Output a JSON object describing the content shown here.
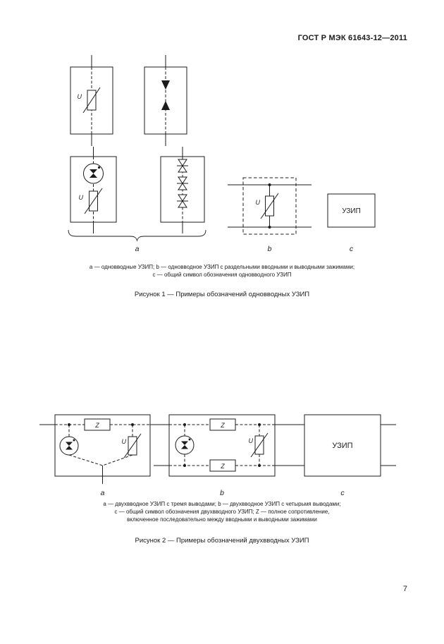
{
  "header": {
    "title": "ГОСТ Р МЭК 61643-12—2011"
  },
  "figure1": {
    "label_a": "a",
    "label_b": "b",
    "label_c": "c",
    "varistor_u": "U",
    "uzip": "УЗИП",
    "caption_lines": [
      "a — одновводные УЗИП; b — одновводное УЗИП с раздельными вводными и выводными зажимами;",
      "c — общий символ обозначения одновводного УЗИП"
    ],
    "title": "Рисунок 1 — Примеры обозначений одновводных УЗИП"
  },
  "figure2": {
    "label_a": "a",
    "label_b": "b",
    "label_c": "c",
    "varistor_u": "U",
    "impedance_z": "Z",
    "uzip": "УЗИП",
    "caption_lines": [
      "a — двухвводное УЗИП с тремя выводами;  b — двухвводное УЗИП с четырьмя выводами;",
      "c — общий символ обозначения двухвводного УЗИП; Z — полное сопротивление,",
      "включенное последовательно между вводными и выводными зажимами"
    ],
    "title": "Рисунок 2 — Примеры обозначений двухвводных УЗИП"
  },
  "page_number": "7"
}
